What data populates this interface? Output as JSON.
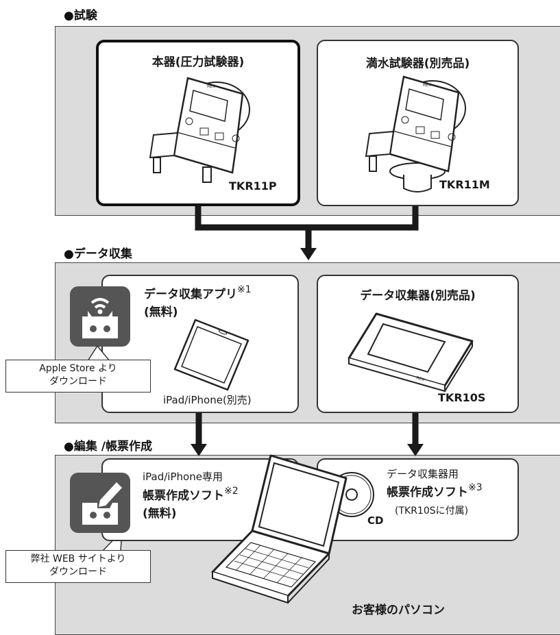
{
  "sections": {
    "test": "●試験",
    "collect": "●データ収集",
    "edit": "●編集 /帳票作成"
  },
  "test": {
    "main_title": "本器(圧力試験器)",
    "main_model": "TKR11P",
    "option_title": "満水試験器(別売品)",
    "option_model": "TKR11M",
    "device_brand": "REX"
  },
  "collect": {
    "app_title": "データ収集アプリ",
    "app_note": "※1",
    "app_price": "(無料)",
    "app_device": "iPad/iPhone(別売)",
    "app_callout_line1": "Apple Store より",
    "app_callout_line2": "ダウンロード",
    "collector_title": "データ収集器(別売品)",
    "collector_model": "TKR10S"
  },
  "edit": {
    "ipad_line1": "iPad/iPhone専用",
    "ipad_line2": "帳票作成ソフト",
    "ipad_note": "※2",
    "ipad_price": "(無料)",
    "cd_line1": "データ収集器用",
    "cd_line2": "帳票作成ソフト",
    "cd_note": "※3",
    "cd_line3": "(TKR10Sに付属)",
    "cd_label": "CD",
    "pc_callout_line1": "弊社 WEB サイトより",
    "pc_callout_line2": "ダウンロード",
    "pc_label": "お客様のパソコン"
  },
  "colors": {
    "band": "#dcdcdc",
    "icon": "#555555",
    "line": "#1a1a1a"
  },
  "icons": [
    "wireless-app-icon",
    "edit-app-icon",
    "cd-icon",
    "laptop-icon",
    "tablet-icon"
  ]
}
